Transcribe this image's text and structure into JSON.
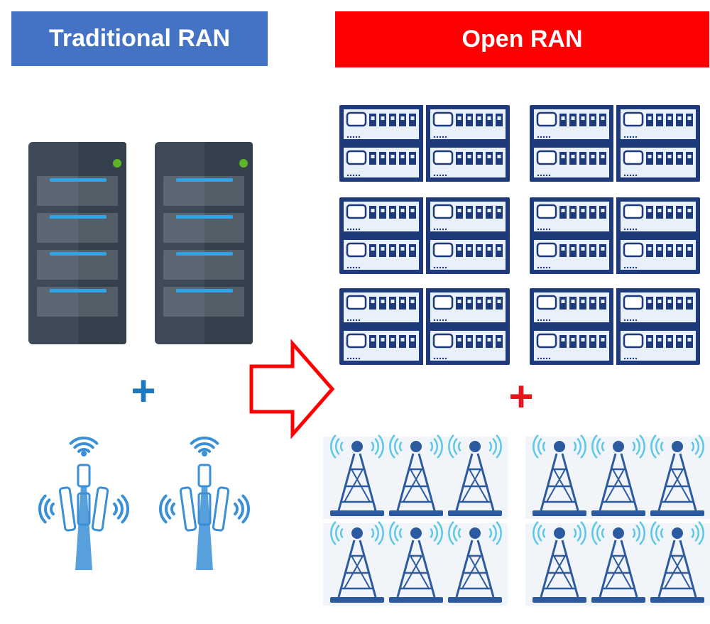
{
  "traditional": {
    "title": "Traditional RAN",
    "title_bg": "#4472C4",
    "plus_symbol": "+",
    "plus_color": "#1F77C0",
    "server_icons": [
      "server-rack-icon",
      "server-rack-icon"
    ],
    "tower_icons": [
      "cell-tower-icon",
      "cell-tower-icon"
    ]
  },
  "open_ran": {
    "title": "Open RAN",
    "title_bg": "#FF0000",
    "plus_symbol": "+",
    "plus_color": "#E8141C",
    "switch_icon": "network-switch-icon",
    "switch_groups": 6,
    "switches_per_group": 4,
    "tower_icon": "radio-tower-icon",
    "tower_groups": 4,
    "towers_per_group": 3
  },
  "arrow": {
    "icon": "right-arrow-icon",
    "stroke_color": "#FF0000"
  },
  "colors": {
    "server_dark": "#3E4A57",
    "server_panel": "#5B6772",
    "server_light": "#2FA4E7",
    "server_led": "#5FB52A",
    "switch_border": "#1F3A7A",
    "switch_bg": "#E8F0FA",
    "tower_blue": "#2C5AA0",
    "tower_wave": "#5BC8E8",
    "antenna_blue": "#3A8FD6"
  }
}
